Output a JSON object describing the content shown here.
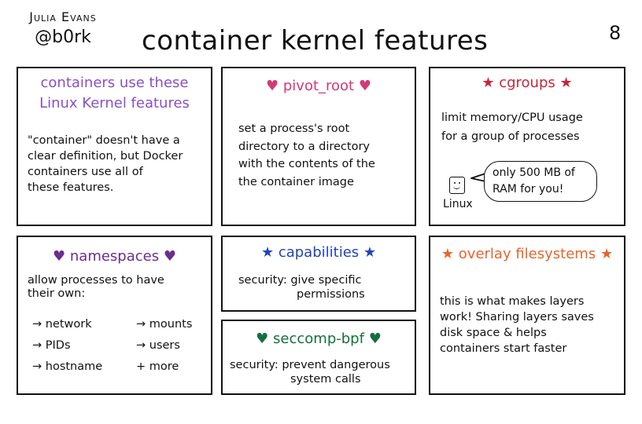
{
  "header": {
    "author_name": "Julia Evans",
    "author_handle": "@b0rk",
    "title": "container kernel features",
    "page_number": "8"
  },
  "colors": {
    "intro": "#8a4fc9",
    "pivot_root": "#d23a74",
    "cgroups": "#c8263a",
    "namespaces": "#6a2e8e",
    "capabilities": "#2343b5",
    "seccomp": "#13703d",
    "overlay": "#e8642a"
  },
  "panels": {
    "intro": {
      "title_line1": "containers use these",
      "title_line2": "Linux Kernel features",
      "body": [
        "\"container\" doesn't have a",
        "clear definition, but Docker",
        "containers use all of",
        "these features."
      ]
    },
    "pivot_root": {
      "title": "pivot_root",
      "icon": "heart-icon",
      "body": [
        "set a process's root",
        "directory to a directory",
        "with the contents of the",
        "the container image"
      ]
    },
    "cgroups": {
      "title": "cgroups",
      "icon": "star-icon",
      "body": [
        "limit memory/CPU usage",
        "for a group of processes"
      ],
      "speech_line1": "only 500 MB of",
      "speech_line2": "RAM for you!",
      "speaker_label": "Linux"
    },
    "namespaces": {
      "title": "namespaces",
      "icon": "heart-icon",
      "body": [
        "allow processes to have",
        "their own:"
      ],
      "items": [
        "→ network",
        "→ mounts",
        "→ PIDs",
        "→ users",
        "→ hostname",
        "+ more"
      ]
    },
    "capabilities": {
      "title": "capabilities",
      "icon": "star-icon",
      "body_line1": "security: give specific",
      "body_line2": "permissions"
    },
    "seccomp": {
      "title": "seccomp-bpf",
      "icon": "heart-icon",
      "body_line1": "security: prevent dangerous",
      "body_line2": "system calls"
    },
    "overlay": {
      "title": "overlay filesystems",
      "icon": "star-icon",
      "body": [
        "this is what makes layers",
        "work! Sharing layers saves",
        "disk space & helps",
        "containers start faster"
      ]
    }
  }
}
